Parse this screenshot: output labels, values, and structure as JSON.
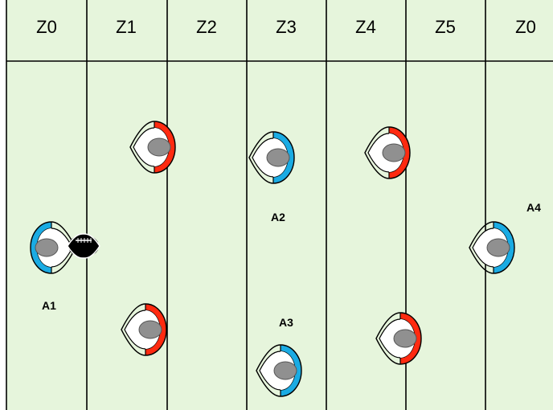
{
  "field": {
    "background_color": "#e6f5dc",
    "line_color": "#000000"
  },
  "zones": [
    "Z0",
    "Z1",
    "Z2",
    "Z3",
    "Z4",
    "Z5",
    "Z0"
  ],
  "colors": {
    "team_a": "#1aabe3",
    "team_b": "#ff2a10",
    "helmet": "#909090",
    "ball": "#000000"
  },
  "players": [
    {
      "id": "A1",
      "team": "team_a",
      "facing": "right",
      "label": "A1"
    },
    {
      "id": "A2",
      "team": "team_a",
      "facing": "left",
      "label": "A2"
    },
    {
      "id": "A3",
      "team": "team_a",
      "facing": "left",
      "label": "A3"
    },
    {
      "id": "A4",
      "team": "team_a",
      "facing": "left",
      "label": "A4"
    },
    {
      "id": "B1",
      "team": "team_b",
      "facing": "left",
      "label": ""
    },
    {
      "id": "B2",
      "team": "team_b",
      "facing": "left",
      "label": ""
    },
    {
      "id": "B3",
      "team": "team_b",
      "facing": "left",
      "label": ""
    },
    {
      "id": "B4",
      "team": "team_b",
      "facing": "left",
      "label": ""
    }
  ],
  "ball": {
    "icon": "football-icon",
    "held_by": "A1"
  }
}
